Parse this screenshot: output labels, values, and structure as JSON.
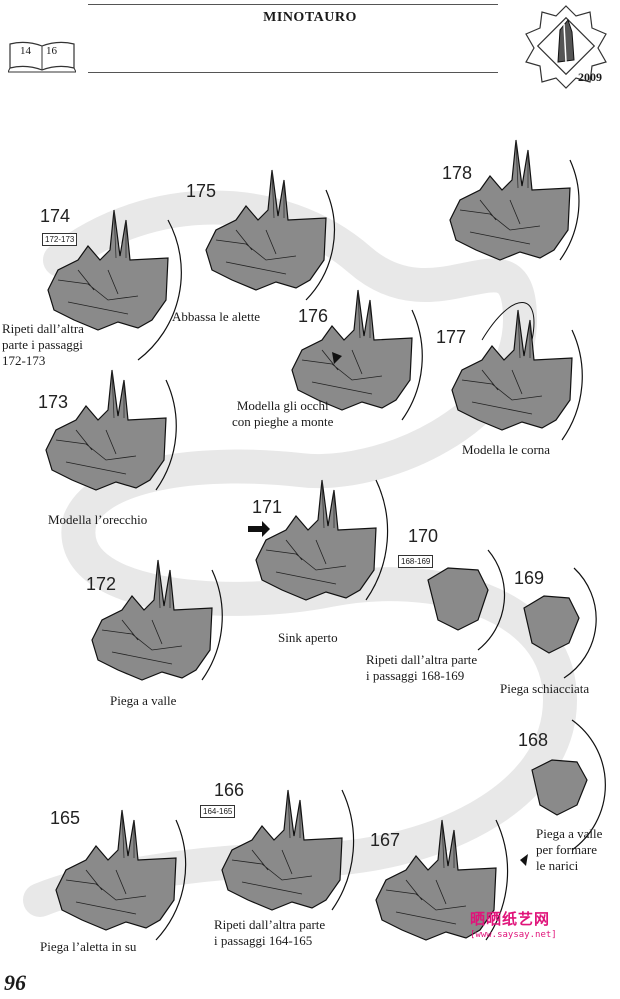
{
  "header": {
    "title": "MINOTAURO",
    "book_pages": [
      "14",
      "16"
    ],
    "year": "2009"
  },
  "steps": [
    {
      "number": "174",
      "ref": "172-173",
      "caption": [
        "Ripeti dall’altra",
        "parte i passaggi",
        "172-173"
      ]
    },
    {
      "number": "175",
      "caption": [
        "Abbassa le alette"
      ]
    },
    {
      "number": "178"
    },
    {
      "number": "176",
      "caption": [
        "Modella gli occhi",
        "con pieghe a monte"
      ]
    },
    {
      "number": "177",
      "caption": [
        "Modella le corna"
      ]
    },
    {
      "number": "173",
      "caption": [
        "Modella l’orecchio"
      ]
    },
    {
      "number": "171",
      "caption": [
        "Sink aperto"
      ]
    },
    {
      "number": "170",
      "ref": "168-169",
      "caption": [
        "Ripeti dall’altra parte",
        "i passaggi 168-169"
      ]
    },
    {
      "number": "169",
      "caption": [
        "Piega schiacciata"
      ]
    },
    {
      "number": "172",
      "caption": [
        "Piega a valle"
      ]
    },
    {
      "number": "168",
      "caption": [
        "Piega a valle",
        "per formare",
        "le narici"
      ]
    },
    {
      "number": "165",
      "caption": [
        "Piega l’aletta in su"
      ]
    },
    {
      "number": "166",
      "ref": "164-165",
      "caption": [
        "Ripeti dall’altra parte",
        "i passaggi 164-165"
      ]
    },
    {
      "number": "167"
    }
  ],
  "footer": {
    "page_number": "96",
    "watermark_cn": "晒晒纸艺网",
    "watermark_url": "[www.saysay.net]"
  }
}
